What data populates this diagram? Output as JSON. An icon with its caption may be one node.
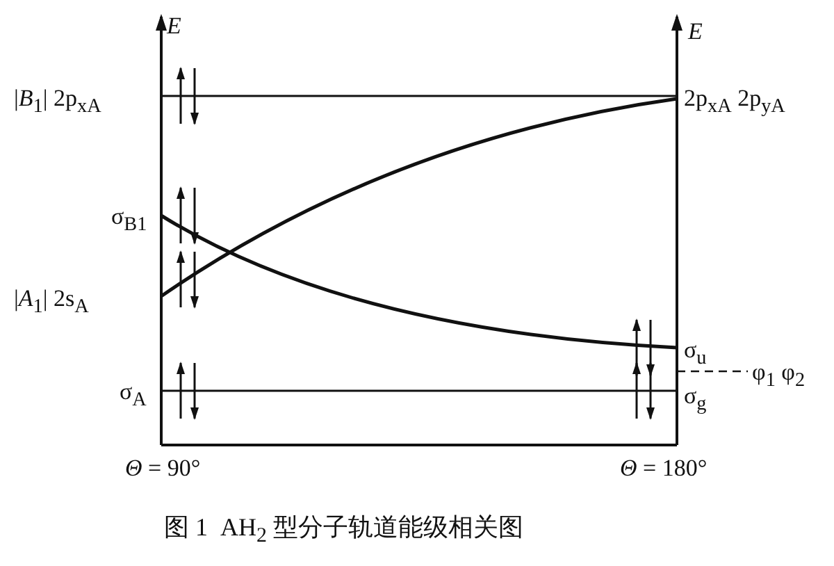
{
  "diagram": {
    "caption": "图 1  AH$_{2}$ 型分子轨道能级相关图",
    "labels": [
      "*E*",
      "|*B*$_{1}$| 2p$_{xA}$",
      "σ$_{B1}$",
      "|*A*$_{1}$| 2s$_{A}$",
      "σ$_{A}$",
      "*Θ* = 90°",
      "*E*",
      "2p$_{xA}$  2p$_{yA}$",
      "σ$_{u}$",
      "φ$_{1}$ φ$_{2}$",
      "σ$_{g}$",
      "*Θ* = 180°"
    ]
  }
}
